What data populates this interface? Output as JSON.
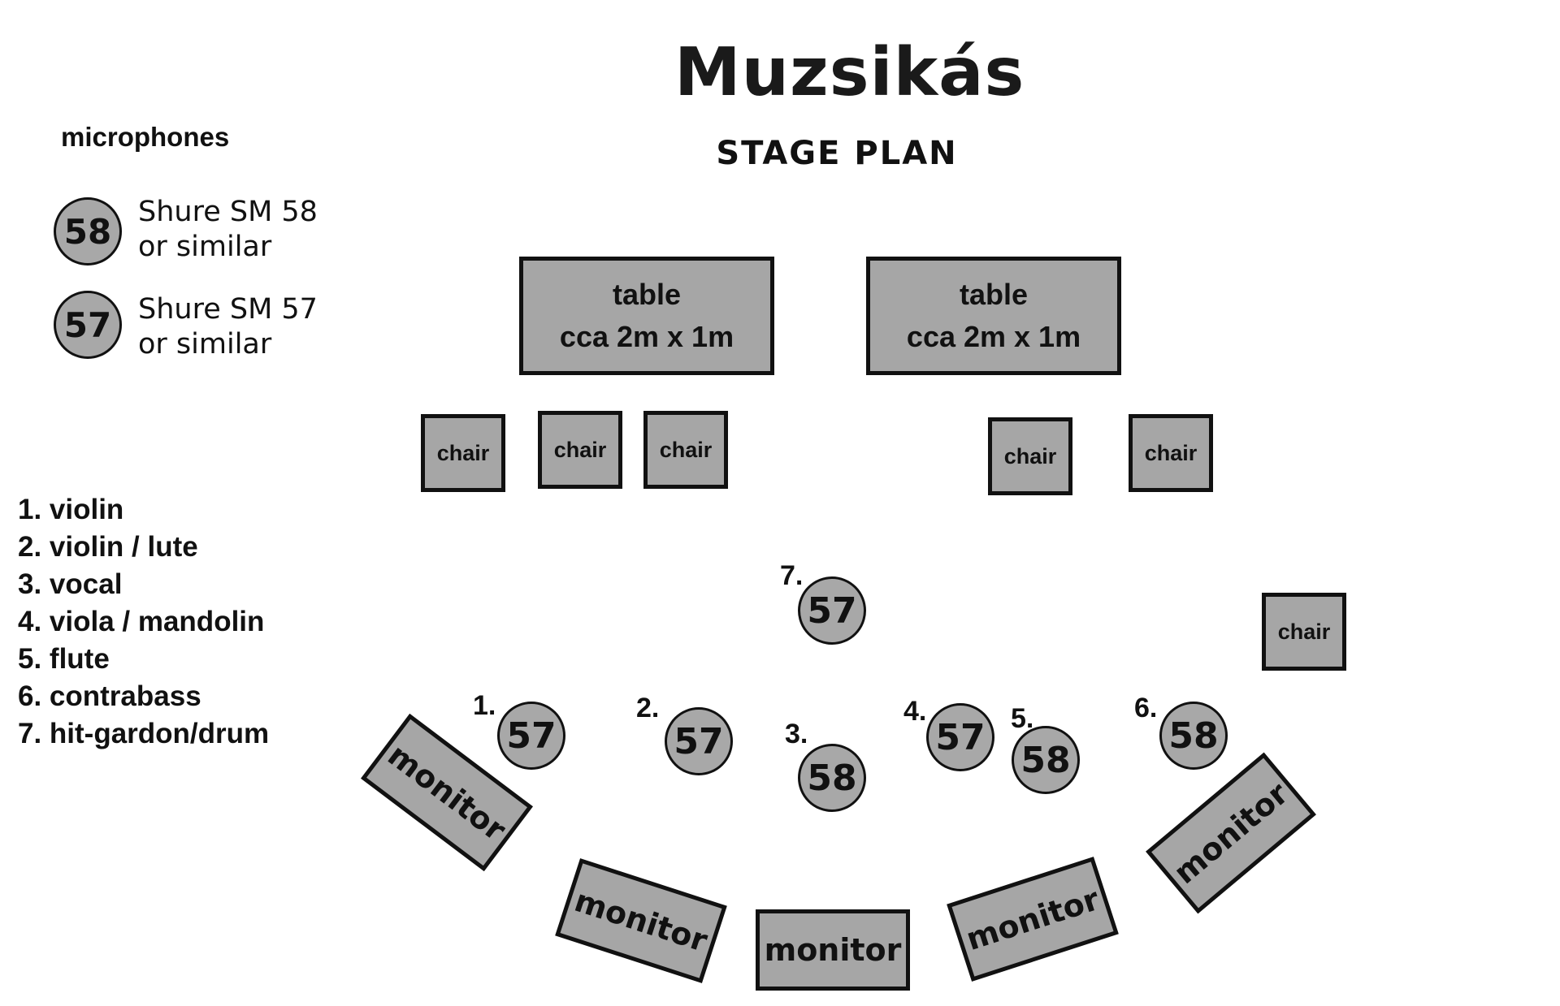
{
  "title": "Muzsikás",
  "subtitle": "STAGE PLAN",
  "legend": {
    "heading": "microphones",
    "items": [
      {
        "badge": "58",
        "line1": "Shure SM 58",
        "line2": "or similar"
      },
      {
        "badge": "57",
        "line1": "Shure SM 57",
        "line2": "or similar"
      }
    ]
  },
  "instruments": [
    "1. violin",
    "2. violin / lute",
    "3. vocal",
    "4. viola / mandolin",
    "5. flute",
    "6. contrabass",
    "7. hit-gardon/drum"
  ],
  "tables": [
    {
      "label": "table",
      "size": "cca 2m x 1m"
    },
    {
      "label": "table",
      "size": "cca 2m x 1m"
    }
  ],
  "chair_label": "chair",
  "monitor_label": "monitor",
  "stage_mics": [
    {
      "num": "1.",
      "model": "57"
    },
    {
      "num": "2.",
      "model": "57"
    },
    {
      "num": "3.",
      "model": "58"
    },
    {
      "num": "4.",
      "model": "57"
    },
    {
      "num": "5.",
      "model": "58"
    },
    {
      "num": "6.",
      "model": "58"
    },
    {
      "num": "7.",
      "model": "57"
    }
  ],
  "colors": {
    "fill": "#a6a6a6",
    "outline": "#111111",
    "background": "#ffffff"
  }
}
